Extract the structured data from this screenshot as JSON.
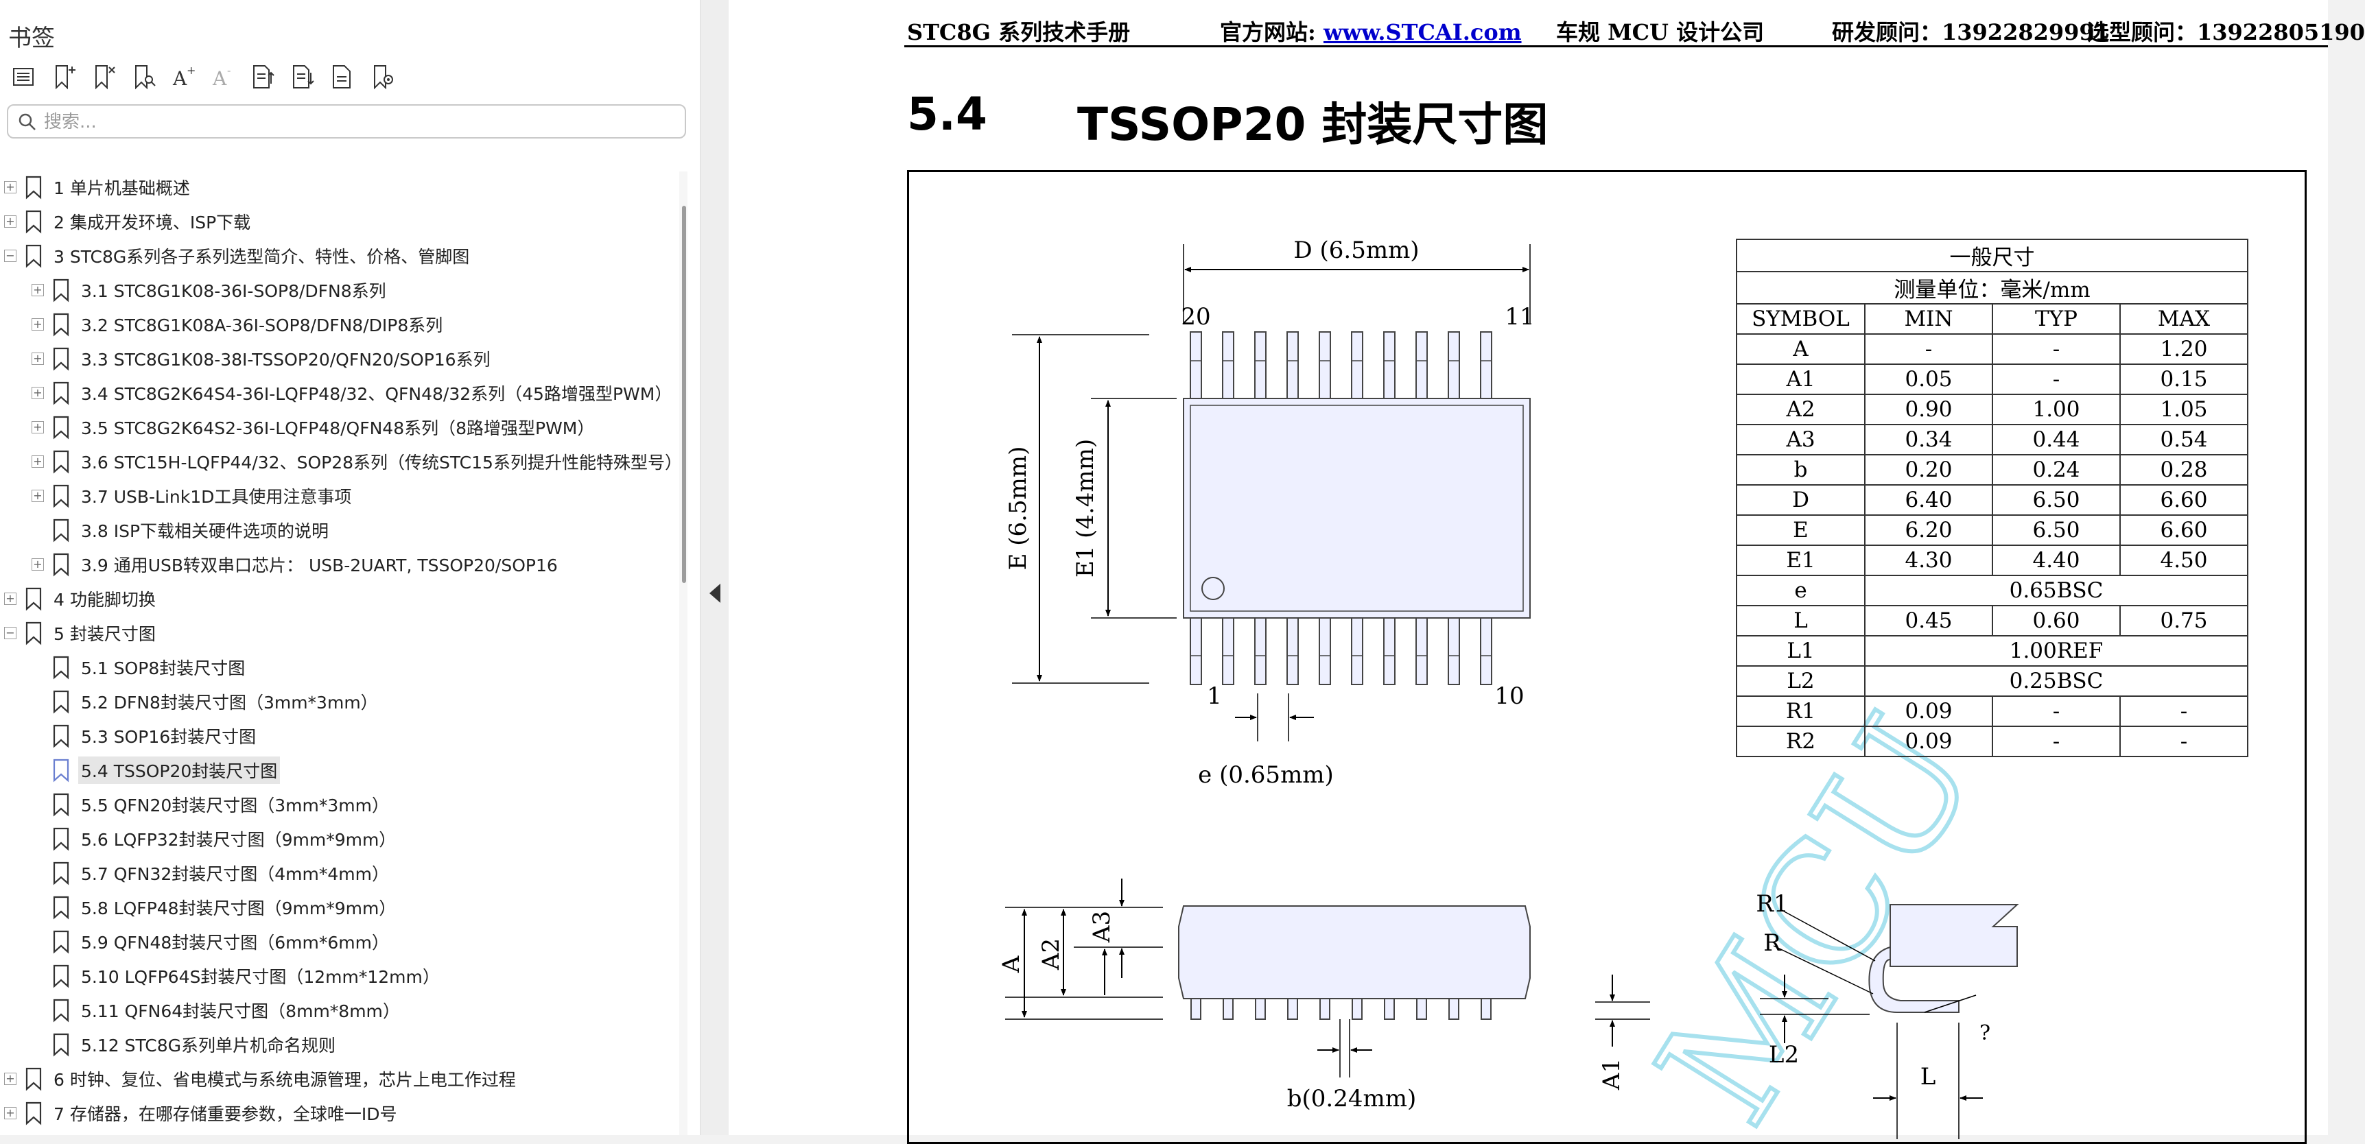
{
  "sidebar": {
    "title": "书签",
    "toolbar": [
      {
        "icon": "bookmark-list-icon"
      },
      {
        "icon": "add-bookmark-icon"
      },
      {
        "icon": "delete-bookmark-icon"
      },
      {
        "icon": "find-bookmark-icon"
      },
      {
        "icon": "font-increase-icon"
      },
      {
        "icon": "font-decrease-icon"
      },
      {
        "icon": "expand-all-icon"
      },
      {
        "icon": "collapse-all-icon"
      },
      {
        "icon": "bookmark-page-icon"
      },
      {
        "icon": "bookmark-settings-icon"
      }
    ],
    "search_placeholder": "搜索...",
    "items": [
      {
        "label": "1 单片机基础概述",
        "level": 0,
        "toggle": "+"
      },
      {
        "label": "2  集成开发环境、ISP下载",
        "level": 0,
        "toggle": "+"
      },
      {
        "label": "3  STC8G系列各子系列选型简介、特性、价格、管脚图",
        "level": 0,
        "toggle": "-"
      },
      {
        "label": "3.1 STC8G1K08-36I-SOP8/DFN8系列",
        "level": 1,
        "toggle": "+"
      },
      {
        "label": "3.2  STC8G1K08A-36I-SOP8/DFN8/DIP8系列",
        "level": 1,
        "toggle": "+"
      },
      {
        "label": "3.3  STC8G1K08-38I-TSSOP20/QFN20/SOP16系列",
        "level": 1,
        "toggle": "+"
      },
      {
        "label": "3.4  STC8G2K64S4-36I-LQFP48/32、QFN48/32系列（45路增强型PWM）",
        "level": 1,
        "toggle": "+"
      },
      {
        "label": "3.5  STC8G2K64S2-36I-LQFP48/QFN48系列（8路增强型PWM）",
        "level": 1,
        "toggle": "+"
      },
      {
        "label": "3.6  STC15H-LQFP44/32、SOP28系列（传统STC15系列提升性能特殊型号）",
        "level": 1,
        "toggle": "+"
      },
      {
        "label": "3.7 USB-Link1D工具使用注意事项",
        "level": 1,
        "toggle": "+"
      },
      {
        "label": "3.8  ISP下载相关硬件选项的说明",
        "level": 1,
        "toggle": ""
      },
      {
        "label": "3.9  通用USB转双串口芯片： USB-2UART, TSSOP20/SOP16",
        "level": 1,
        "toggle": "+"
      },
      {
        "label": "4  功能脚切换",
        "level": 0,
        "toggle": "+"
      },
      {
        "label": "5  封装尺寸图",
        "level": 0,
        "toggle": "-"
      },
      {
        "label": "5.1  SOP8封装尺寸图",
        "level": 1,
        "toggle": ""
      },
      {
        "label": "5.2  DFN8封装尺寸图（3mm*3mm）",
        "level": 1,
        "toggle": ""
      },
      {
        "label": "5.3  SOP16封装尺寸图",
        "level": 1,
        "toggle": ""
      },
      {
        "label": "5.4  TSSOP20封装尺寸图",
        "level": 1,
        "toggle": "",
        "selected": true
      },
      {
        "label": "5.5  QFN20封装尺寸图（3mm*3mm）",
        "level": 1,
        "toggle": ""
      },
      {
        "label": "5.6  LQFP32封装尺寸图（9mm*9mm）",
        "level": 1,
        "toggle": ""
      },
      {
        "label": "5.7  QFN32封装尺寸图（4mm*4mm）",
        "level": 1,
        "toggle": ""
      },
      {
        "label": "5.8  LQFP48封装尺寸图（9mm*9mm）",
        "level": 1,
        "toggle": ""
      },
      {
        "label": "5.9  QFN48封装尺寸图（6mm*6mm）",
        "level": 1,
        "toggle": ""
      },
      {
        "label": "5.10  LQFP64S封装尺寸图（12mm*12mm）",
        "level": 1,
        "toggle": ""
      },
      {
        "label": "5.11  QFN64封装尺寸图（8mm*8mm）",
        "level": 1,
        "toggle": ""
      },
      {
        "label": "5.12  STC8G系列单片机命名规则",
        "level": 1,
        "toggle": ""
      },
      {
        "label": "6  时钟、复位、省电模式与系统电源管理，芯片上电工作过程",
        "level": 0,
        "toggle": "+"
      },
      {
        "label": "7  存储器，在哪存储重要参数，全球唯一ID号",
        "level": 0,
        "toggle": "+"
      }
    ]
  },
  "document": {
    "header": {
      "manual": "STC8G 系列技术手册",
      "site_label": "官方网站:",
      "site_url": "www.STCAI.com",
      "company": "车规 MCU 设计公司",
      "rd_contact": "研发顾问：13922829991",
      "sales_contact": "选型顾问：13922805190"
    },
    "section_number": "5.4",
    "section_title": "TSSOP20 封装尺寸图",
    "drawing": {
      "d_label": "D (6.5mm)",
      "e_label": "E (6.5mm)",
      "e1_label": "E1 (4.4mm)",
      "pitch_label": "e (0.65mm)",
      "pin_20": "20",
      "pin_11": "11",
      "pin_1": "1",
      "pin_10": "10",
      "a_label": "A",
      "a2_label": "A2",
      "a3_label": "A3",
      "a1_label": "A1",
      "b_label": "b(0.24mm)",
      "r1_label": "R1",
      "r_label": "R",
      "l2_label": "L2",
      "l_label": "L",
      "angle_label": "?",
      "watermark": "MCU"
    },
    "table": {
      "title": "一般尺寸",
      "unit": "测量单位：毫米/mm",
      "headers": [
        "SYMBOL",
        "MIN",
        "TYP",
        "MAX"
      ],
      "rows": [
        [
          "A",
          "-",
          "-",
          "1.20"
        ],
        [
          "A1",
          "0.05",
          "-",
          "0.15"
        ],
        [
          "A2",
          "0.90",
          "1.00",
          "1.05"
        ],
        [
          "A3",
          "0.34",
          "0.44",
          "0.54"
        ],
        [
          "b",
          "0.20",
          "0.24",
          "0.28"
        ],
        [
          "D",
          "6.40",
          "6.50",
          "6.60"
        ],
        [
          "E",
          "6.20",
          "6.50",
          "6.60"
        ],
        [
          "E1",
          "4.30",
          "4.40",
          "4.50"
        ],
        [
          "e",
          "0.65BSC"
        ],
        [
          "L",
          "0.45",
          "0.60",
          "0.75"
        ],
        [
          "L1",
          "1.00REF"
        ],
        [
          "L2",
          "0.25BSC"
        ],
        [
          "R1",
          "0.09",
          "-",
          "-"
        ],
        [
          "R2",
          "0.09",
          "-",
          "-"
        ]
      ]
    }
  }
}
